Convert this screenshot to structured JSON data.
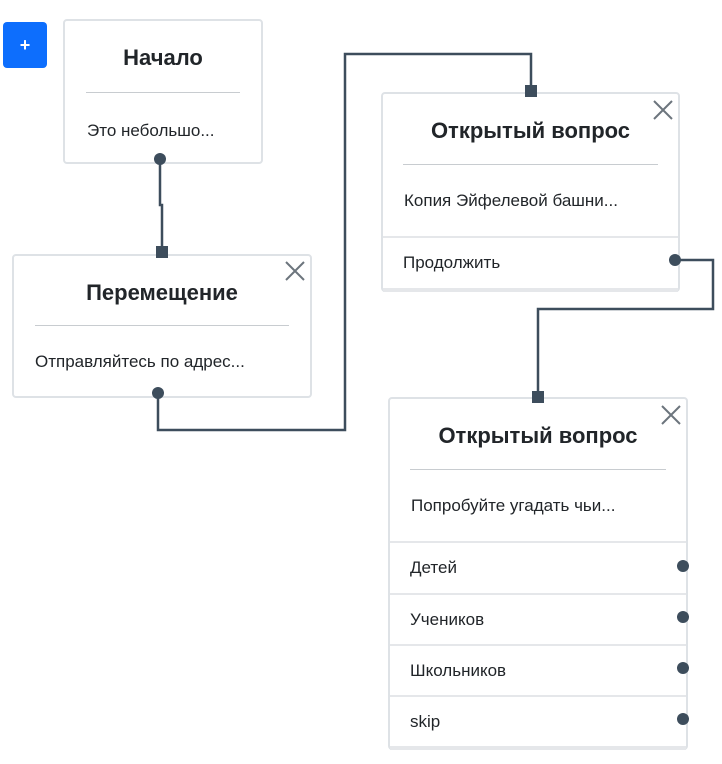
{
  "toolbar": {
    "add_label": "+"
  },
  "nodes": {
    "start": {
      "title": "Начало",
      "description": "Это небольшо..."
    },
    "move": {
      "title": "Перемещение",
      "description": "Отправляйтесь по адрес..."
    },
    "question1": {
      "title": "Открытый вопрос",
      "description": "Копия Эйфелевой башни...",
      "options": [
        "Продолжить"
      ]
    },
    "question2": {
      "title": "Открытый вопрос",
      "description": "Попробуйте угадать чьи...",
      "options": [
        "Детей",
        "Учеников",
        "Школьников",
        "skip"
      ]
    }
  },
  "icons": {
    "close": "close-icon",
    "add": "plus-icon"
  },
  "colors": {
    "accent": "#0d6efd",
    "connector": "#3d4d5c",
    "border": "#dee2e6"
  }
}
